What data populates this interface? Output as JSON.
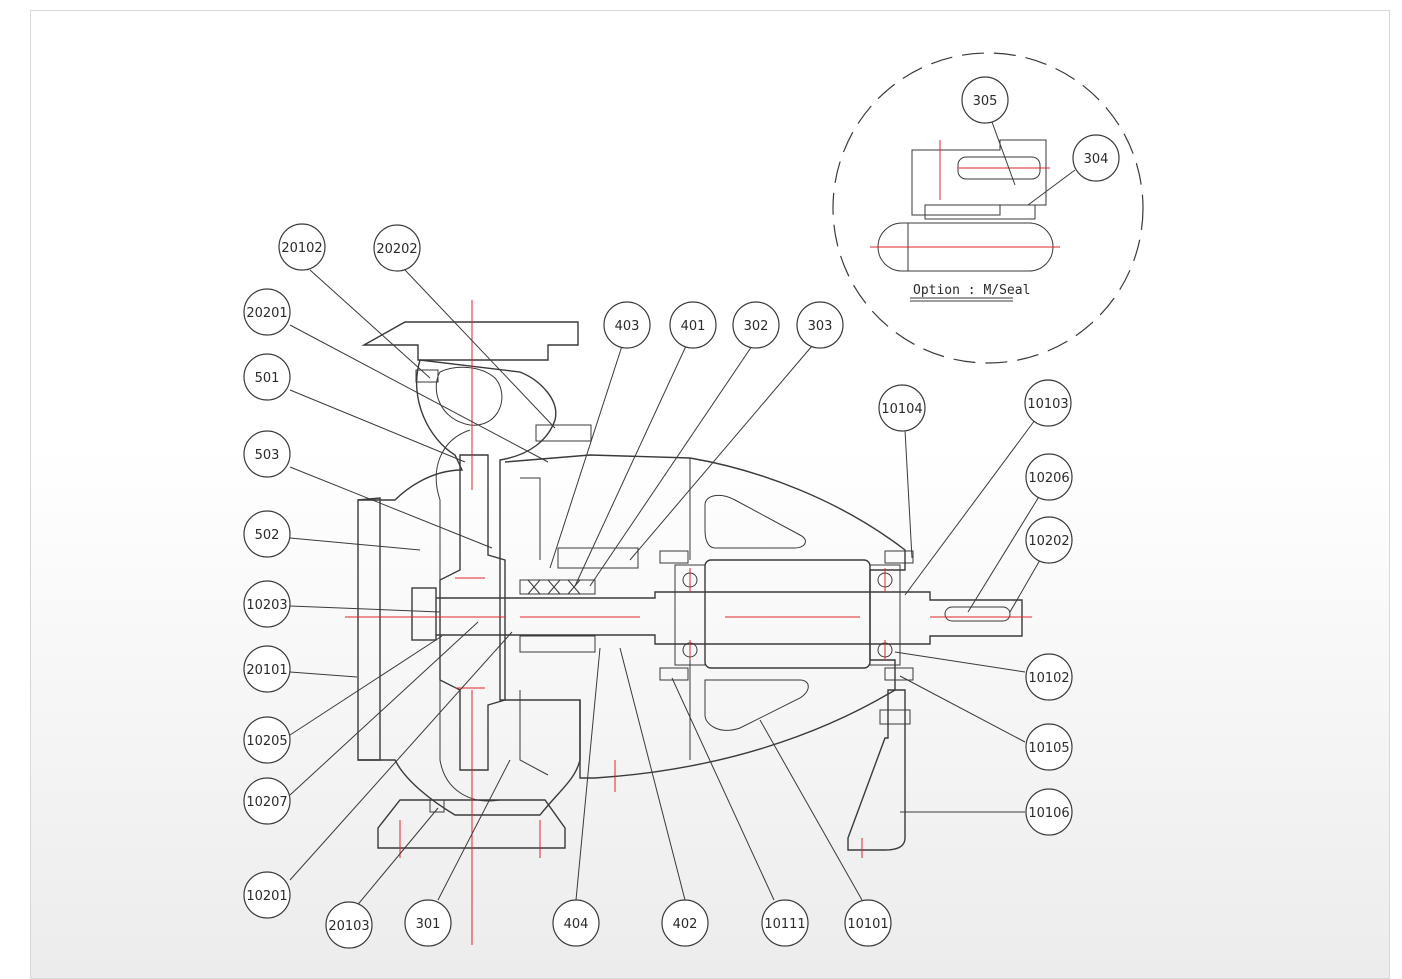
{
  "drawing": {
    "inset_caption": "Option : M/Seal"
  },
  "callouts": {
    "c20102": "20102",
    "c20202": "20202",
    "c20201": "20201",
    "c501": "501",
    "c503": "503",
    "c502": "502",
    "c10203": "10203",
    "c20101": "20101",
    "c10205": "10205",
    "c10207": "10207",
    "c10201": "10201",
    "c20103": "20103",
    "c301": "301",
    "c404": "404",
    "c402": "402",
    "c10111": "10111",
    "c10101": "10101",
    "c403": "403",
    "c401": "401",
    "c302": "302",
    "c303": "303",
    "c10104": "10104",
    "c10103": "10103",
    "c10206": "10206",
    "c10202": "10202",
    "c10102": "10102",
    "c10105": "10105",
    "c10106": "10106",
    "c305": "305",
    "c304": "304"
  },
  "colors": {
    "line": "#3a3a3a",
    "centerline": "#e0262b"
  }
}
